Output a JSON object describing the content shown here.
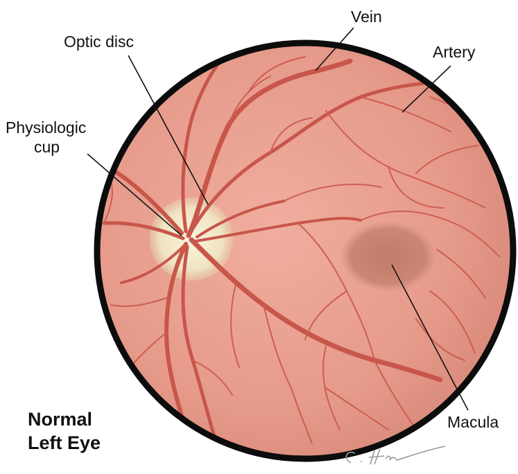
{
  "diagram": {
    "labels": {
      "vein": "Vein",
      "optic_disc": "Optic disc",
      "artery": "Artery",
      "physiologic_cup_line1": "Physiologic",
      "physiologic_cup_line2": "cup",
      "macula": "Macula"
    },
    "title_line1": "Normal",
    "title_line2": "Left Eye",
    "signature": "C. Hu",
    "colors": {
      "retina": "#e8a090",
      "retina_edge": "#d98a7a",
      "macula": "#c98270",
      "optic_disc": "#f3ead0",
      "vessels": "#c8564a",
      "rim": "#0c0c0c",
      "leader_lines": "#111111"
    }
  }
}
